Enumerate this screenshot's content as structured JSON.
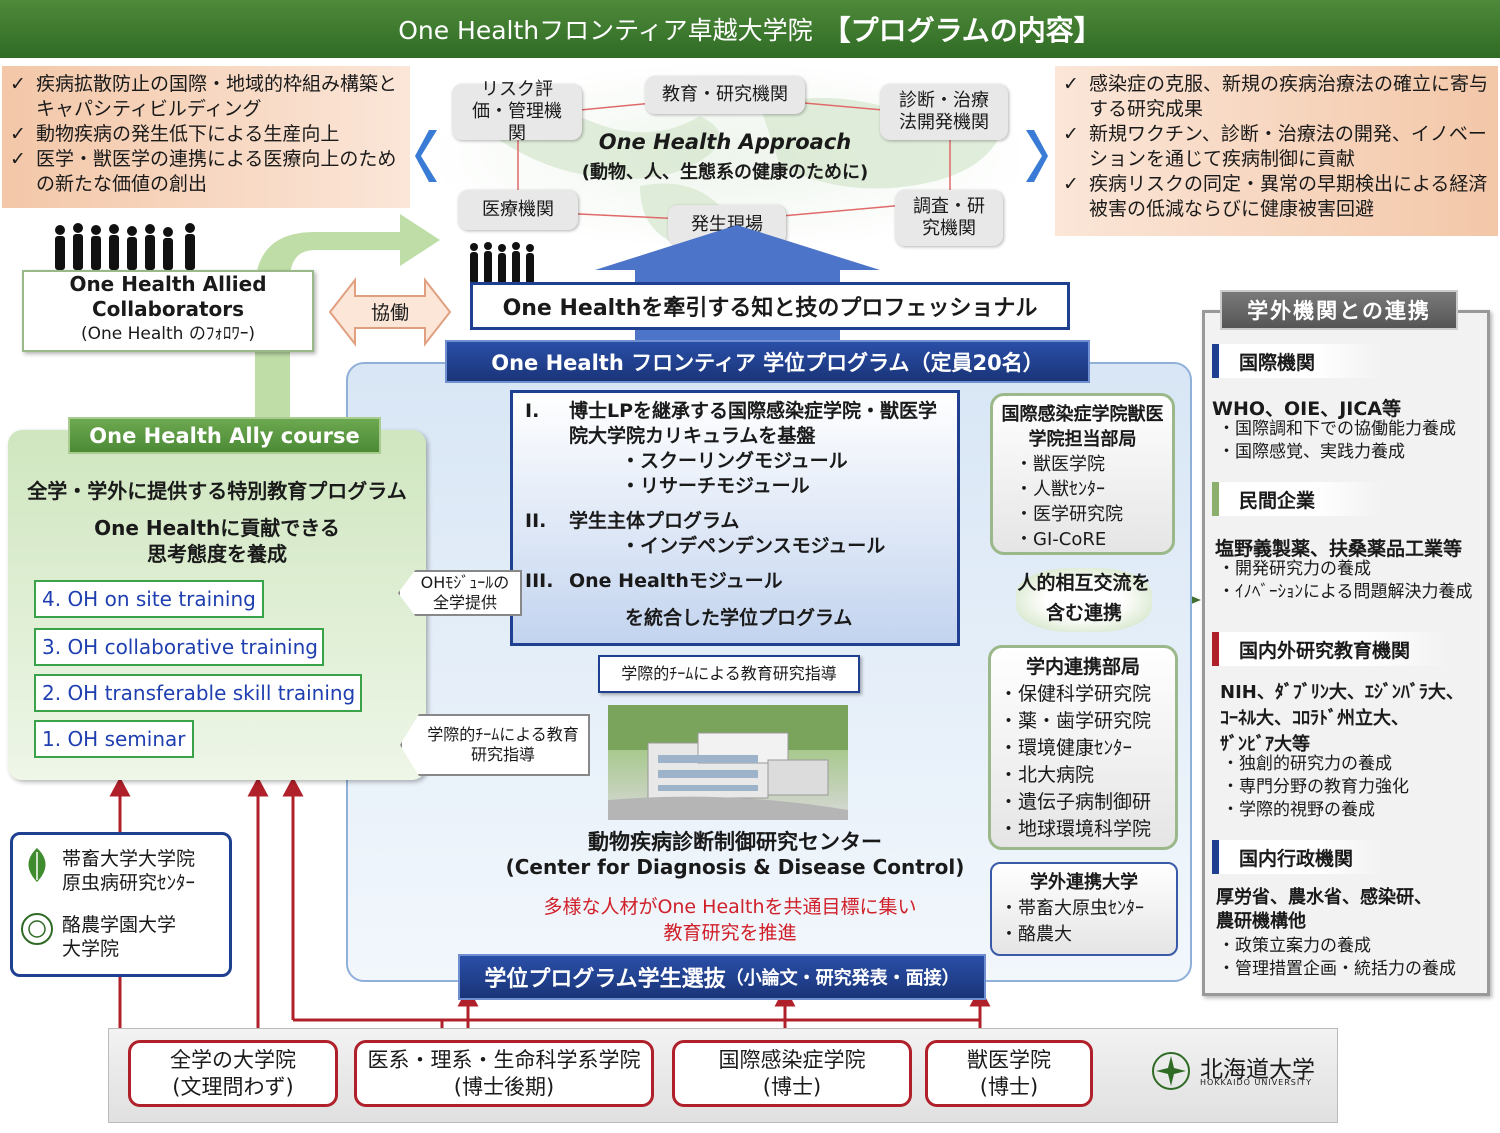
{
  "title": {
    "main": "One Healthフロンティア卓越大学院",
    "emphasis": "【プログラムの内容】"
  },
  "left_goals": [
    "疾病拡散防止の国際・地域的枠組み構築とキャパシティビルディング",
    "動物疾病の発生低下による生産向上",
    "医学・獣医学の連携による医療向上のための新たな価値の創出"
  ],
  "right_goals": [
    "感染症の克服、新規の疾病治療法の確立に寄与する研究成果",
    "新規ワクチン、診断・治療法の開発、イノベーションを通じて疾病制御に貢献",
    "疾病リスクの同定・異常の早期検出による経済被害の低減ならびに健康被害回避"
  ],
  "approach": {
    "title": "One Health Approach",
    "subtitle": "(動物、人、生態系の健康のために)",
    "nodes": [
      "リスク評価・管理機関",
      "教育・研究機関",
      "診断・治療法開発機関",
      "医療機関",
      "発生現場",
      "調査・研究機関"
    ]
  },
  "allied": {
    "line1": "One Health Allied",
    "line2": "Collaborators",
    "line3": "(One Health のﾌｫﾛﾜｰ)"
  },
  "collab_label": "協働",
  "professional": "One Healthを牽引する知と技のプロフェッショナル",
  "program_title": "One Health フロンティア 学位プログラム（定員20名）",
  "curriculum": {
    "i_num": "I.",
    "i_text": "博士LPを継承する国際感染症学院・獣医学院大学院カリキュラムを基盤",
    "i_sub1": "・スクーリングモジュール",
    "i_sub2": "・リサーチモジュール",
    "ii_num": "II.",
    "ii_text": "学生主体プログラム",
    "ii_sub": "・インデペンデンスモジュール",
    "iii_num": "III.",
    "iii_text": "One Healthモジュール",
    "footer": "を統合した学位プログラム"
  },
  "ally_course": {
    "title": "One Health Ally course",
    "line1": "全学・学外に提供する特別教育プログラム",
    "line2": "One Healthに貢献できる",
    "line3": "思考態度を養成",
    "trainings": [
      "4. OH on site training",
      "3. OH collaborative training",
      "2. OH transferable skill training",
      "1. OH seminar"
    ]
  },
  "callouts": {
    "oh_module": "OHﾓｼﾞｭｰﾙの全学提供",
    "team_top": "学際的ﾁｰﾑによる教育研究指導",
    "team_left": "学際的ﾁｰﾑによる教育研究指導"
  },
  "departments": {
    "title": "国際感染症学院獣医学院担当部局",
    "items": [
      "・獣医学院",
      "・人獣ｾﾝﾀｰ",
      "・医学研究院",
      "・GI-CoRE"
    ]
  },
  "exchange": "人的相互交流を含む連携",
  "internal": {
    "title": "学内連携部局",
    "items": [
      "・保健科学研究院",
      "・薬・歯学研究院",
      "・環境健康ｾﾝﾀｰ",
      "・北大病院",
      "・遺伝子病制御研",
      "・地球環境科学院"
    ]
  },
  "external_uni": {
    "title": "学外連携大学",
    "items": [
      "・帯畜大原虫ｾﾝﾀｰ",
      "・酪農大"
    ]
  },
  "center": {
    "name_ja": "動物疾病診断制御研究センター",
    "name_en": "(Center for Diagnosis & Disease Control)",
    "note1": "多様な人材がOne Healthを共通目標に集い",
    "note2": "教育研究を推進"
  },
  "selection": {
    "title": "学位プログラム学生選抜",
    "sub": "（小論文・研究発表・面接）"
  },
  "partner_unis": {
    "u1_line1": "帯畜大学大学院",
    "u1_line2": "原虫病研究ｾﾝﾀｰ",
    "u2_line1": "酪農学園大学",
    "u2_line2": "大学院"
  },
  "sources": [
    {
      "line1": "全学の大学院",
      "line2": "(文理問わず)"
    },
    {
      "line1": "医系・理系・生命科学系学院",
      "line2": "(博士後期)"
    },
    {
      "line1": "国際感染症学院",
      "line2": "(博士)"
    },
    {
      "line1": "獣医学院",
      "line2": "(博士)"
    }
  ],
  "hokudai": {
    "ja": "北海道大学",
    "en": "HOKKAIDO UNIVERSITY"
  },
  "outside": {
    "title": "学外機関との連携",
    "intl_head": "国際機関",
    "intl_orgs": "WHO、OIE、JICA等",
    "intl_items": [
      "・国際調和下での協働能力養成",
      "・国際感覚、実践力養成"
    ],
    "private_head": "民間企業",
    "private_orgs": "塩野義製薬、扶桑薬品工業等",
    "private_items": [
      "・開発研究力の養成",
      "・ｲﾉﾍﾞｰｼｮﾝによる問題解決力養成"
    ],
    "research_head": "国内外研究教育機関",
    "research_orgs1": "NIH、ﾀﾞﾌﾞﾘﾝ大、ｴｼﾞﾝﾊﾞﾗ大、",
    "research_orgs2": "ｺｰﾈﾙ大、ｺﾛﾗﾄﾞ州立大、",
    "research_orgs3": "ｻﾞﾝﾋﾞｱ大等",
    "research_items": [
      "・独創的研究力の養成",
      "・専門分野の教育力強化",
      "・学際的視野の養成"
    ],
    "gov_head": "国内行政機関",
    "gov_orgs1": "厚労省、農水省、感染研、",
    "gov_orgs2": "農研機構他",
    "gov_items": [
      "・政策立案力の養成",
      "・管理措置企画・統括力の養成"
    ]
  },
  "colors": {
    "green": "#3f7d2e",
    "navy": "#1f3f91",
    "red": "#b0202a",
    "orange": "#f3c7a8"
  }
}
